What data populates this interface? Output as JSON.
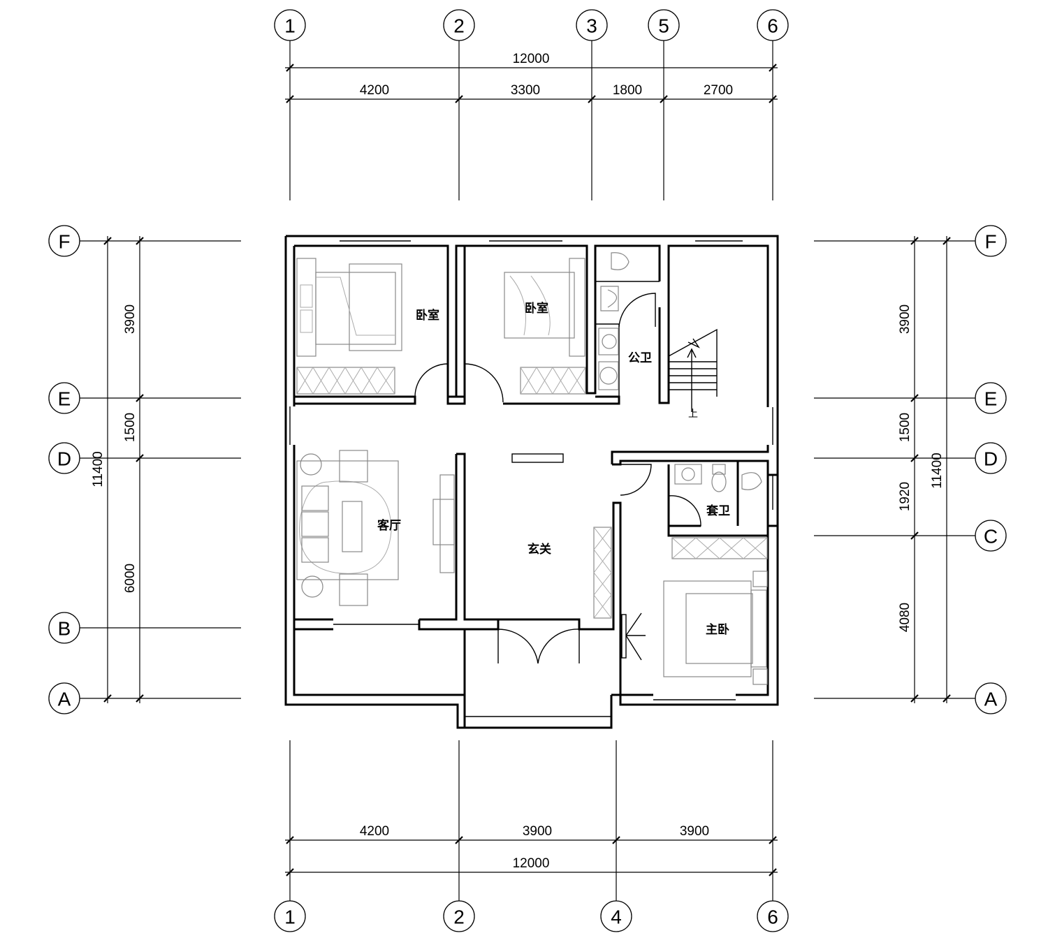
{
  "top_axes": [
    {
      "label": "1"
    },
    {
      "label": "2"
    },
    {
      "label": "3"
    },
    {
      "label": "5"
    },
    {
      "label": "6"
    }
  ],
  "bottom_axes": [
    {
      "label": "1"
    },
    {
      "label": "2"
    },
    {
      "label": "4"
    },
    {
      "label": "6"
    }
  ],
  "left_axes": [
    {
      "label": "F"
    },
    {
      "label": "E"
    },
    {
      "label": "D"
    },
    {
      "label": "B"
    },
    {
      "label": "A"
    }
  ],
  "right_axes": [
    {
      "label": "F"
    },
    {
      "label": "E"
    },
    {
      "label": "D"
    },
    {
      "label": "C"
    },
    {
      "label": "A"
    }
  ],
  "dimensions": {
    "top_total": "12000",
    "top_segments": [
      "4200",
      "3300",
      "1800",
      "2700"
    ],
    "bottom_segments": [
      "4200",
      "3900",
      "3900"
    ],
    "bottom_total": "12000",
    "left_segments": [
      "3900",
      "1500",
      "6000"
    ],
    "left_total": "11400",
    "right_segments": [
      "3900",
      "1500",
      "1920",
      "4080"
    ],
    "right_total": "11400"
  },
  "rooms": {
    "bedroom_1": "卧室",
    "bedroom_2": "卧室",
    "public_bath": "公卫",
    "living_room": "客厅",
    "foyer": "玄关",
    "ensuite_bath": "套卫",
    "master_bedroom": "主卧",
    "stair_up": "上"
  }
}
